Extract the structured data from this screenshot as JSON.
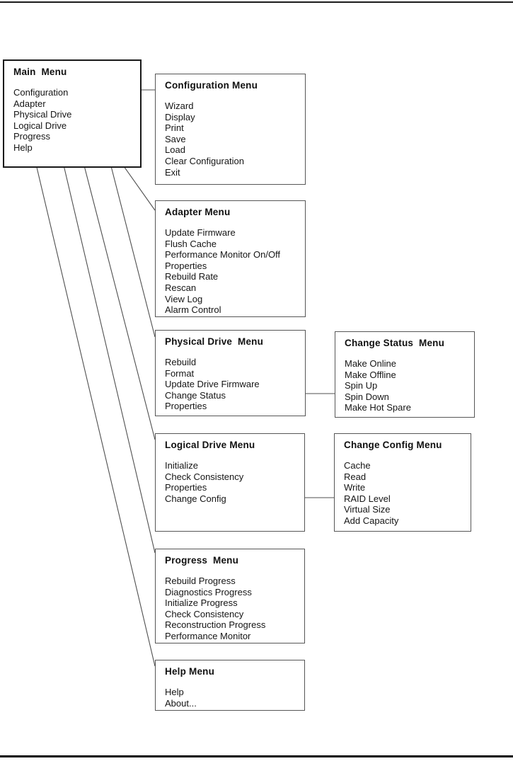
{
  "menus": {
    "main": {
      "title": "Main  Menu",
      "items": [
        "Configuration",
        "Adapter",
        "Physical Drive",
        "Logical Drive",
        "Progress",
        "Help"
      ]
    },
    "configuration": {
      "title": "Configuration Menu",
      "items": [
        "Wizard",
        "Display",
        "Print",
        "Save",
        "Load",
        "Clear Configuration",
        "Exit"
      ]
    },
    "adapter": {
      "title": "Adapter Menu",
      "items": [
        "Update Firmware",
        "Flush Cache",
        "Performance Monitor On/Off",
        "Properties",
        "Rebuild Rate",
        "Rescan",
        "View Log",
        "Alarm Control"
      ]
    },
    "physical_drive": {
      "title": "Physical Drive  Menu",
      "items": [
        "Rebuild",
        "Format",
        "Update Drive Firmware",
        "Change Status",
        "Properties"
      ]
    },
    "change_status": {
      "title": "Change Status  Menu",
      "items": [
        "Make Online",
        "Make Offline",
        "Spin Up",
        "Spin Down",
        "Make Hot Spare"
      ]
    },
    "logical_drive": {
      "title": "Logical Drive Menu",
      "items": [
        "Initialize",
        "Check Consistency",
        "Properties",
        "Change Config"
      ]
    },
    "change_config": {
      "title": "Change Config Menu",
      "items": [
        "Cache",
        "Read",
        "Write",
        "RAID Level",
        "Virtual Size",
        "Add Capacity"
      ]
    },
    "progress": {
      "title": "Progress  Menu",
      "items": [
        "Rebuild Progress",
        "Diagnostics Progress",
        "Initialize Progress",
        "Check Consistency",
        "Reconstruction Progress",
        "Performance Monitor"
      ]
    },
    "help": {
      "title": "Help Menu",
      "items": [
        "Help",
        "About..."
      ]
    }
  },
  "connections": [
    {
      "from": "Configuration",
      "to": "configuration"
    },
    {
      "from": "Adapter",
      "to": "adapter"
    },
    {
      "from": "Physical Drive",
      "to": "physical_drive"
    },
    {
      "from": "Logical Drive",
      "to": "logical_drive"
    },
    {
      "from": "Progress",
      "to": "progress"
    },
    {
      "from": "Help",
      "to": "help"
    },
    {
      "from": "Change Status",
      "to": "change_status"
    },
    {
      "from": "Change Config",
      "to": "change_config"
    }
  ],
  "colors": {
    "background": "#ffffff",
    "text": "#151515",
    "box_border": "#565656",
    "main_box_border": "#181818",
    "connector_line": "#4f4f4f",
    "top_rule": "#1b1b1b",
    "bottom_rule": "#000000"
  }
}
